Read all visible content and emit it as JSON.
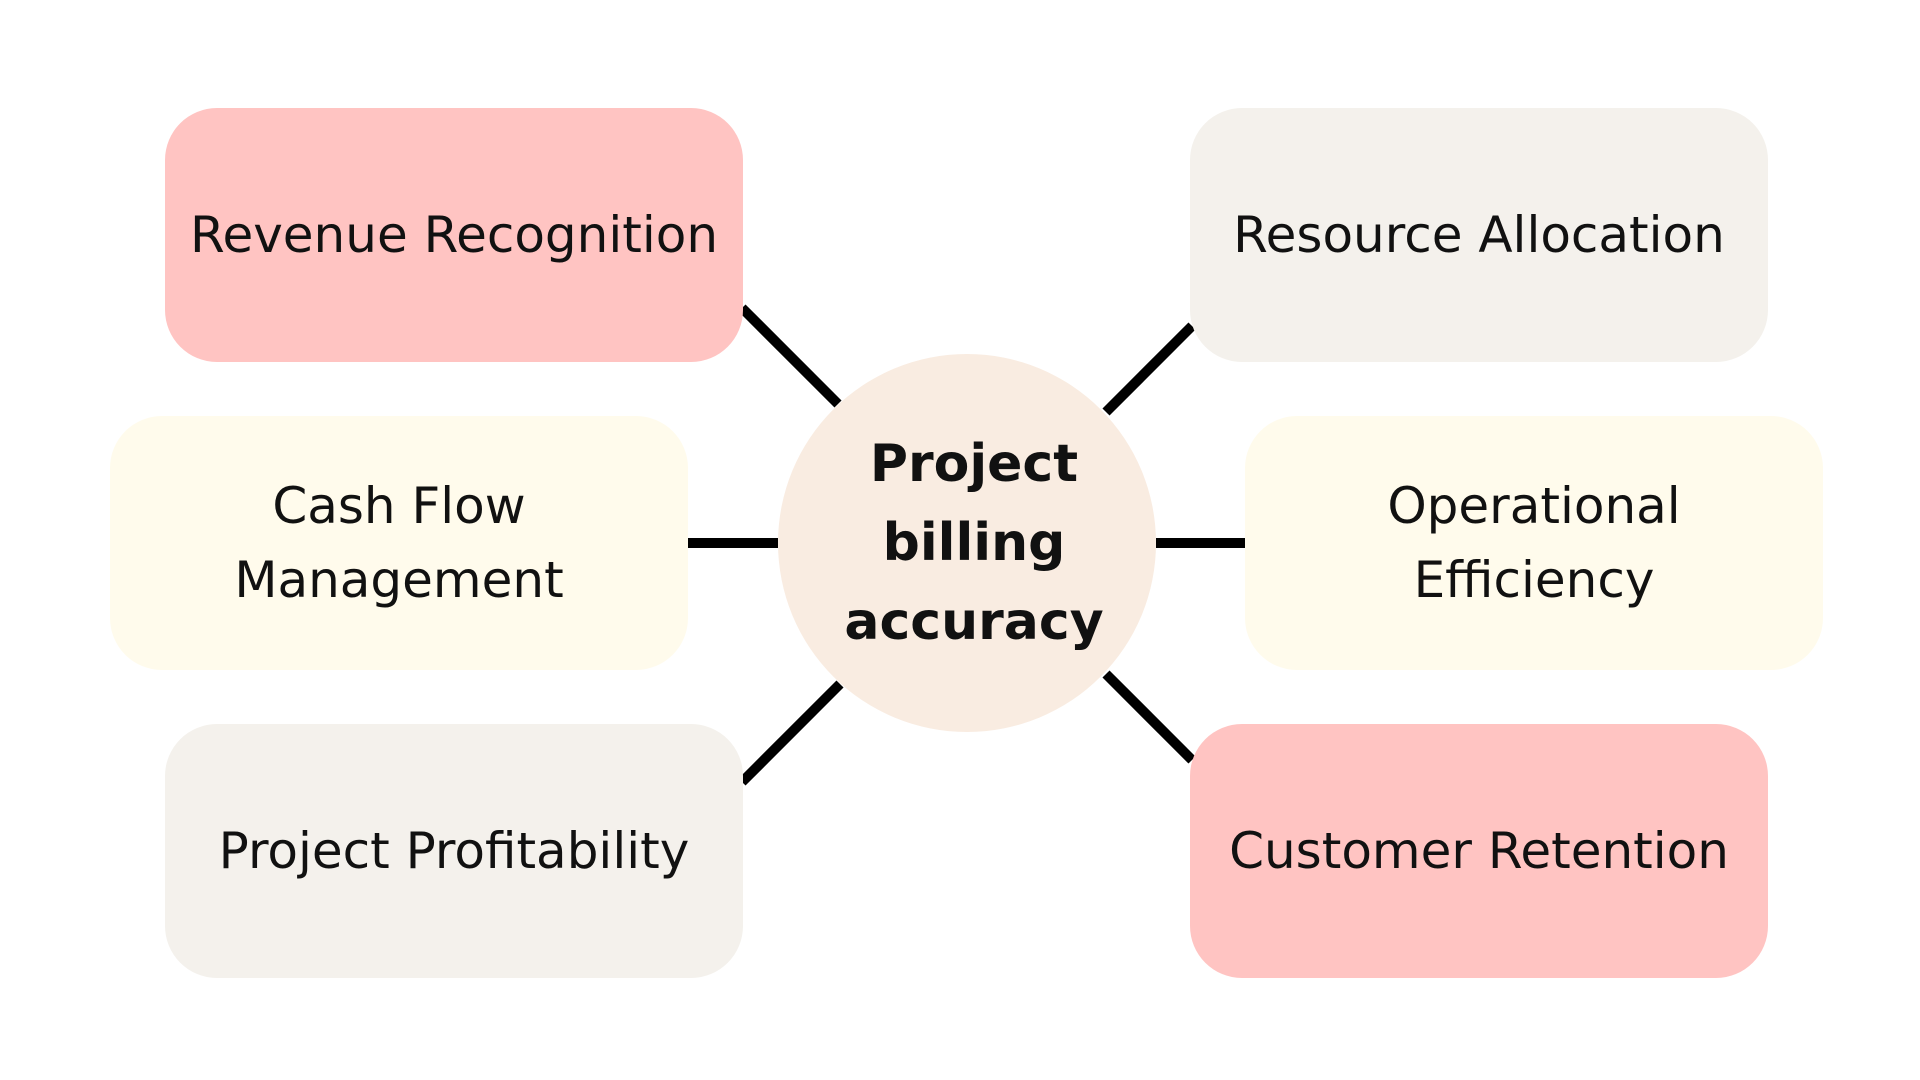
{
  "hub": {
    "label": "Project\nbilling\naccuracy",
    "color": "#F9ECE1"
  },
  "nodes": {
    "revenue": {
      "label": "Revenue Recognition",
      "color": "#FFC4C2"
    },
    "cashflow": {
      "label": "Cash Flow\nManagement",
      "color": "#FFFBEC"
    },
    "profitability": {
      "label": "Project Profitability",
      "color": "#F4F1EC"
    },
    "resource": {
      "label": "Resource Allocation",
      "color": "#F4F1EC"
    },
    "operational": {
      "label": "Operational\nEfficiency",
      "color": "#FFFBEC"
    },
    "retention": {
      "label": "Customer Retention",
      "color": "#FFC4C2"
    }
  },
  "connector_color": "#000000"
}
